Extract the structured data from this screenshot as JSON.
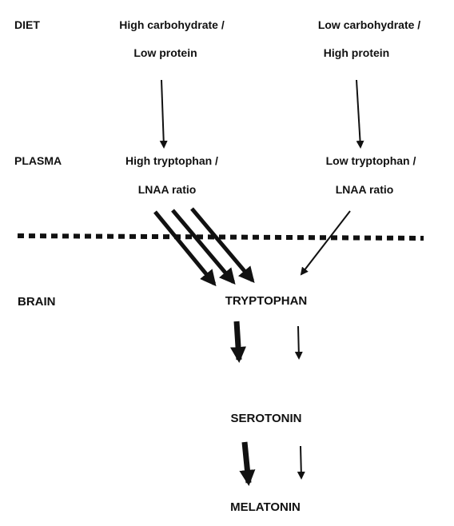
{
  "rows": {
    "diet": "DIET",
    "plasma": "PLASMA",
    "brain": "BRAIN"
  },
  "diet_left": {
    "line1": "High carbohydrate /",
    "line2": "Low protein"
  },
  "diet_right": {
    "line1": "Low carbohydrate /",
    "line2": "High protein"
  },
  "plasma_left": {
    "line1": "High tryptophan /",
    "line2": "LNAA ratio"
  },
  "plasma_right": {
    "line1": "Low tryptophan /",
    "line2": "LNAA ratio"
  },
  "nodes": {
    "tryptophan": "TRYPTOPHAN",
    "serotonin": "SEROTONIN",
    "melatonin": "MELATONIN"
  },
  "colors": {
    "ink": "#111111",
    "background": "#ffffff"
  }
}
